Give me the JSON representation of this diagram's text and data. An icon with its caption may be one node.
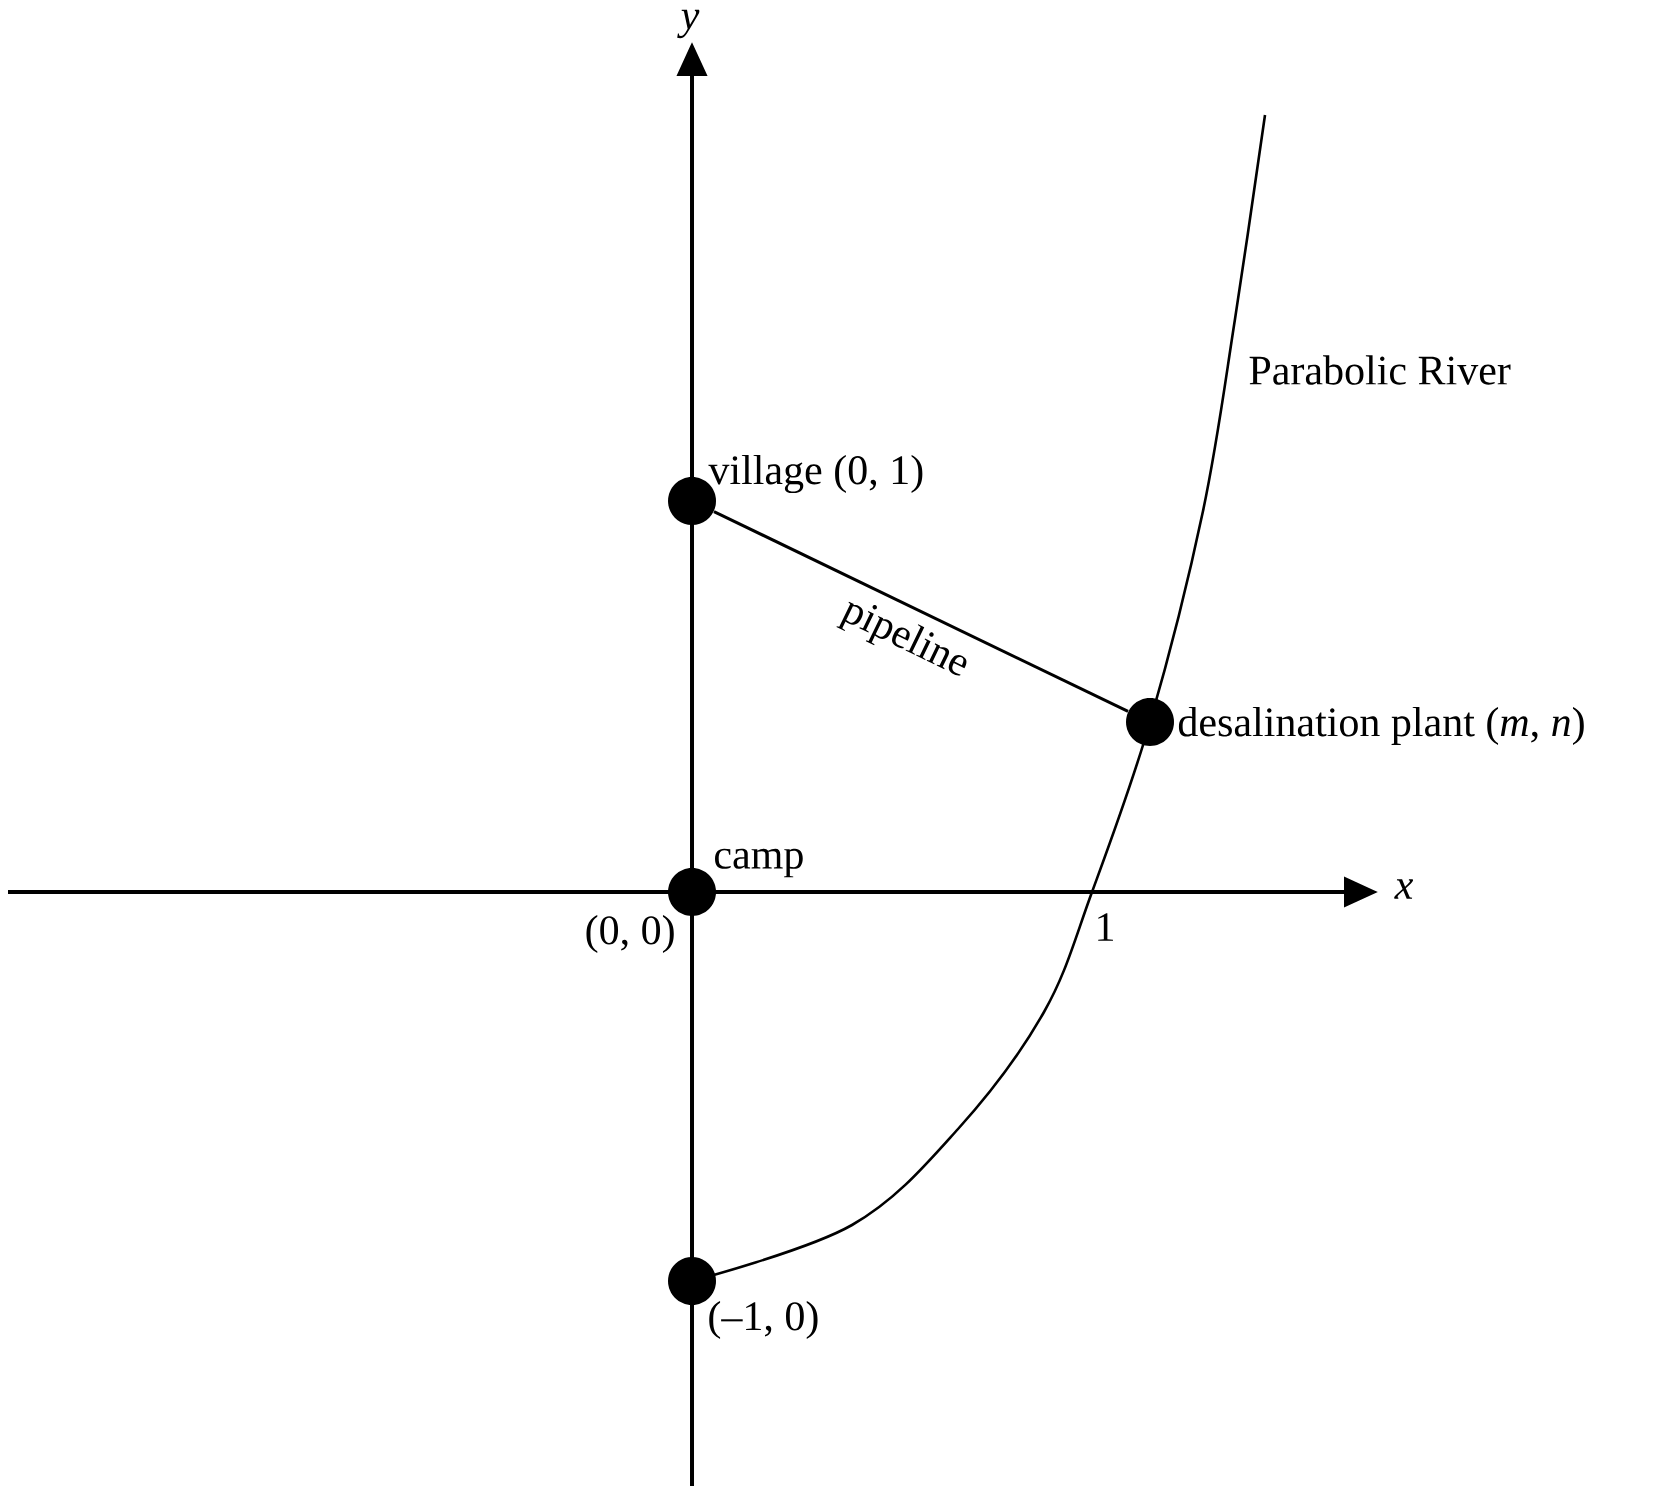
{
  "diagram": {
    "nodes": [
      {
        "text": [],
        "shape": "circle",
        "beside": [
          "village (0, 1)"
        ]
      },
      {
        "text": [],
        "shape": "circle",
        "beside": [
          "desalination plant (*m*, *n*)"
        ]
      },
      {
        "text": [],
        "shape": "circle",
        "beside": [
          "camp",
          "(0, 0)"
        ]
      },
      {
        "text": [],
        "shape": "circle",
        "beside": [
          "(–1, 0)"
        ]
      }
    ],
    "edges": [
      {
        "from": 0,
        "to": 1,
        "arrow": "none",
        "label": "pipeline"
      }
    ],
    "labels": [
      "y",
      "Parabolic River",
      "x",
      "1"
    ]
  }
}
